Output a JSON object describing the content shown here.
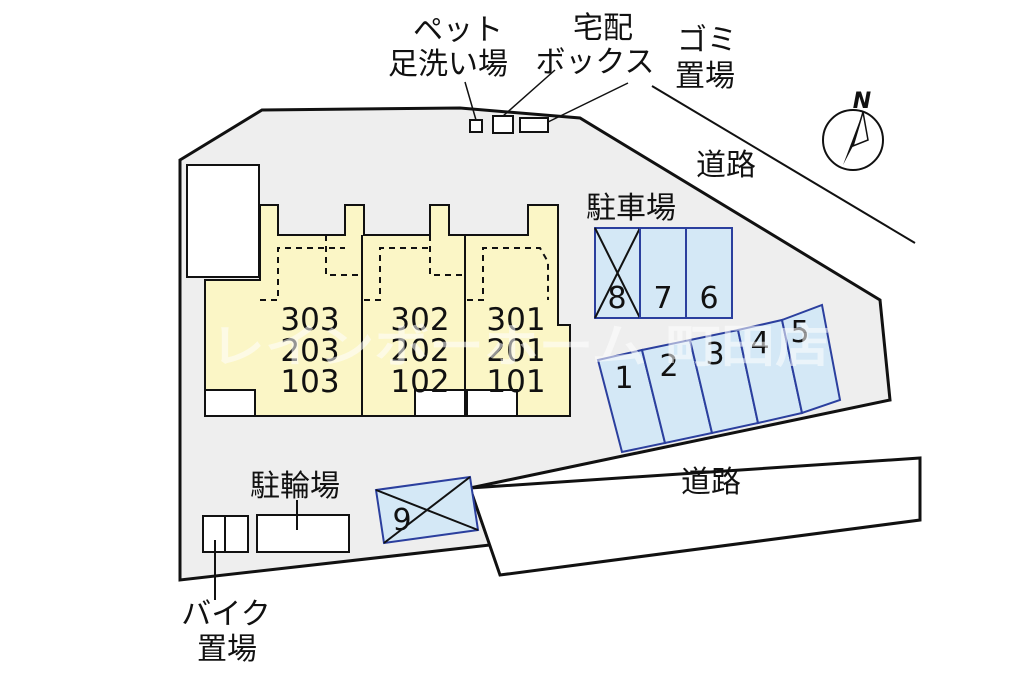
{
  "labels": {
    "pet_line1": "ペット",
    "pet_line2": "足洗い場",
    "delivery_line1": "宅配",
    "delivery_line2": "ボックス",
    "garbage_line1": "ゴミ",
    "garbage_line2": "置場",
    "road_north": "道路",
    "road_south": "道路",
    "parking": "駐車場",
    "bicycle": "駐輪場",
    "bike_line1": "バイク",
    "bike_line2": "置場",
    "compass_n": "N",
    "watermark": "レインボーホーム 町田店"
  },
  "units": {
    "col_left": [
      "303",
      "203",
      "103"
    ],
    "col_mid": [
      "302",
      "202",
      "102"
    ],
    "col_right": [
      "301",
      "201",
      "101"
    ]
  },
  "parking_spaces": {
    "top_row": [
      "8",
      "7",
      "6"
    ],
    "bottom_row": [
      "1",
      "2",
      "3",
      "4",
      "5"
    ],
    "separate": "9",
    "unavailable": [
      "8",
      "9"
    ]
  },
  "colors": {
    "site": "#eeeeee",
    "building": "#fbf6c6",
    "parking": "#d4e8f6",
    "parking_border": "#2b3f9e",
    "outline": "#111111"
  }
}
